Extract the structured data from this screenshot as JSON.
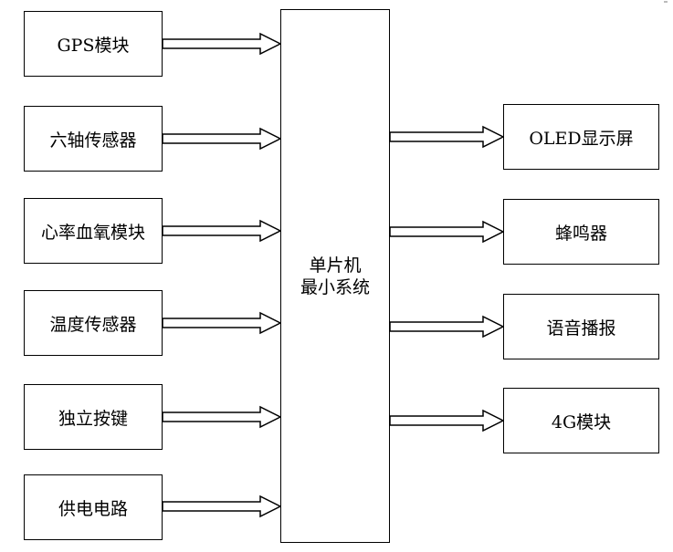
{
  "inputs": [
    {
      "label": "GPS模块"
    },
    {
      "label": "六轴传感器"
    },
    {
      "label": "心率血氧模块"
    },
    {
      "label": "温度传感器"
    },
    {
      "label": "独立按键"
    },
    {
      "label": "供电电路"
    }
  ],
  "mcu": {
    "line1": "单片机",
    "line2": "最小系统"
  },
  "outputs": [
    {
      "label": "OLED显示屏"
    },
    {
      "label": "蜂鸣器"
    },
    {
      "label": "语音播报"
    },
    {
      "label": "4G模块"
    }
  ]
}
